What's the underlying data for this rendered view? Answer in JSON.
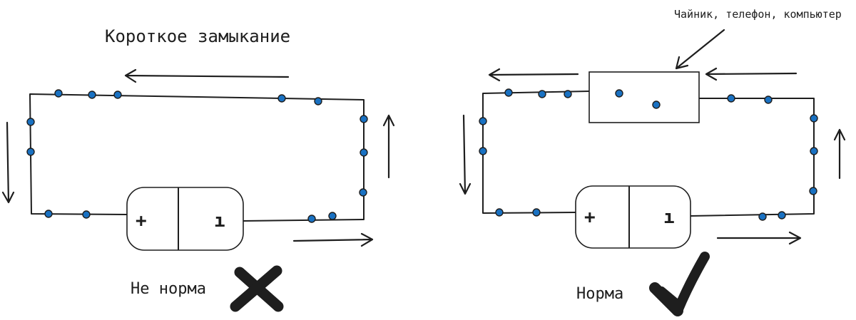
{
  "left_panel": {
    "title": "Короткое замыкание",
    "battery": {
      "plus": "+",
      "minus": "ı"
    },
    "verdict": "Не норма",
    "verdict_icon": "cross-icon"
  },
  "right_panel": {
    "device_label": "Чайник, телефон, компьютер",
    "battery": {
      "plus": "+",
      "minus": "ı"
    },
    "verdict": "Норма",
    "verdict_icon": "checkmark-icon"
  },
  "colors": {
    "ink": "#1e1e1e",
    "electron": "#1971c2"
  }
}
